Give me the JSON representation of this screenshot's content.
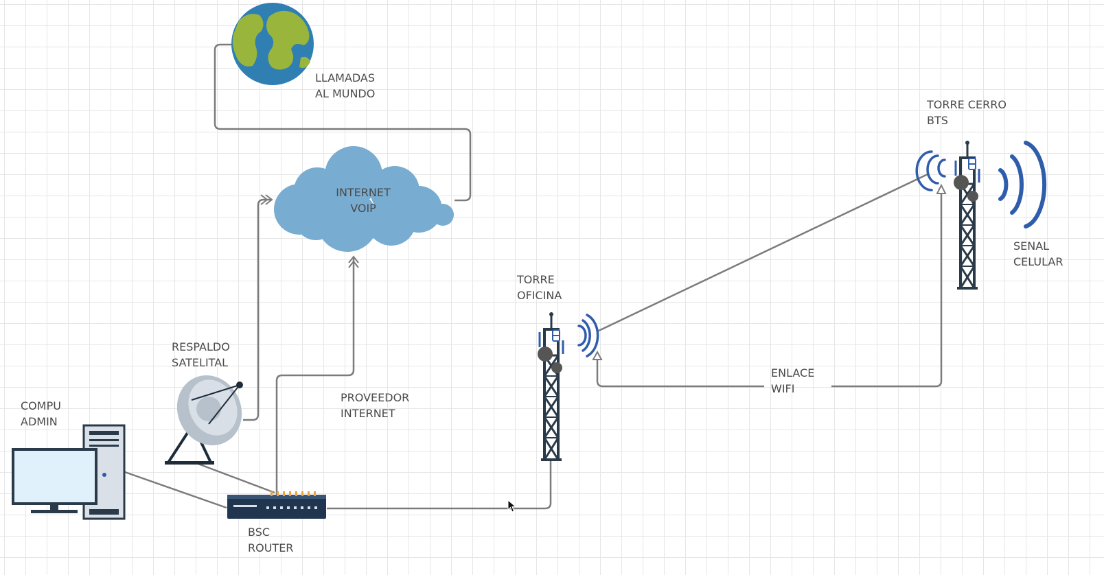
{
  "labels": {
    "llamadas": [
      "LLAMADAS",
      "AL MUNDO"
    ],
    "internet": [
      "INTERNET",
      "VOIP"
    ],
    "torre_cerro": [
      "TORRE CERRO",
      "BTS"
    ],
    "senal": [
      "SENAL",
      "CELULAR"
    ],
    "torre_oficina": [
      "TORRE",
      "OFICINA"
    ],
    "respaldo": [
      "RESPALDO",
      "SATELITAL"
    ],
    "proveedor": [
      "PROVEEDOR",
      "INTERNET"
    ],
    "enlace": [
      "ENLACE",
      "WIFI"
    ],
    "compu": [
      "COMPU",
      "ADMIN"
    ],
    "bsc": [
      "BSC",
      "ROUTER"
    ]
  },
  "colors": {
    "connector": "#7b7b7b",
    "cloud": "#78acd0",
    "ocean": "#2f7fb3",
    "land": "#9ab53c",
    "tower": "#2a3a48",
    "signal": "#2f5dab",
    "router": "#1f3550",
    "router_leds": "#f0a23a"
  },
  "icons": [
    "globe-icon",
    "cloud-icon",
    "satellite-dish-icon",
    "computer-icon",
    "router-icon",
    "cell-tower-icon",
    "signal-waves-icon",
    "mouse-cursor-icon"
  ]
}
